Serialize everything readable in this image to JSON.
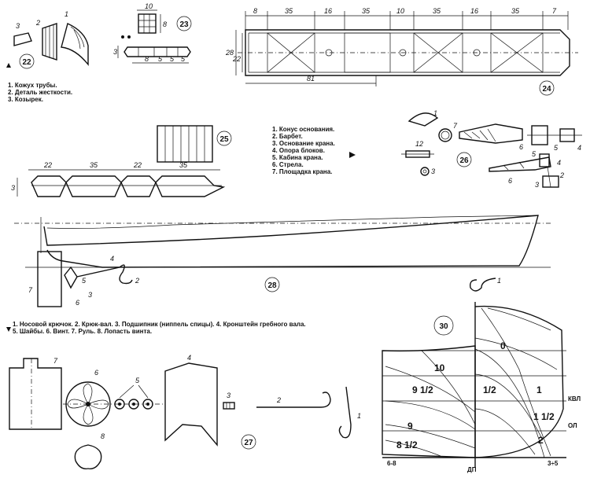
{
  "fig22": {
    "badge": "22",
    "callouts": [
      "3",
      "2",
      "1"
    ],
    "legend": [
      "1. Кожух трубы.",
      "2. Деталь жесткости.",
      "3. Козырек."
    ]
  },
  "fig23": {
    "badge": "23",
    "dims": [
      "10",
      "8",
      "3",
      "8",
      "5",
      "5",
      "5"
    ]
  },
  "fig24": {
    "badge": "24",
    "dims": [
      "8",
      "35",
      "16",
      "35",
      "10",
      "35",
      "16",
      "35",
      "7",
      "28",
      "22",
      "81"
    ]
  },
  "fig25": {
    "badge": "25",
    "dims": [
      "22",
      "35",
      "22",
      "35",
      "3"
    ]
  },
  "fig26": {
    "badge": "26",
    "legend": [
      "1. Конус основания.",
      "2. Барбет.",
      "3. Основание крана.",
      "4. Опора блоков.",
      "5. Кабина крана.",
      "6. Стрела.",
      "7. Площадка крана."
    ],
    "callouts": [
      "1",
      "7",
      "12",
      "3",
      "6",
      "5",
      "4",
      "5",
      "4",
      "2",
      "6",
      "3"
    ]
  },
  "fig28": {
    "badge": "28",
    "callouts": [
      "7",
      "4",
      "2",
      "5",
      "3",
      "6",
      "1"
    ]
  },
  "caption_bottom": "1. Носовой крючок. 2. Крюк-вал. 3. Подшипник (ниппель спицы). 4. Кронштейн гребного вала. 5. Шайбы. 6. Винт. 7. Руль. 8. Лопасть винта.",
  "fig27": {
    "badge": "27",
    "callouts": [
      "7",
      "6",
      "5",
      "4",
      "3",
      "2",
      "1",
      "8"
    ]
  },
  "fig30": {
    "badge": "30",
    "stations": [
      "10",
      "9 1/2",
      "9",
      "8 1/2",
      "0",
      "1/2",
      "1",
      "1 1/2",
      "2"
    ],
    "labels": [
      "КВЛ",
      "ОЛ",
      "ДП",
      "6-8",
      "3÷5"
    ]
  }
}
